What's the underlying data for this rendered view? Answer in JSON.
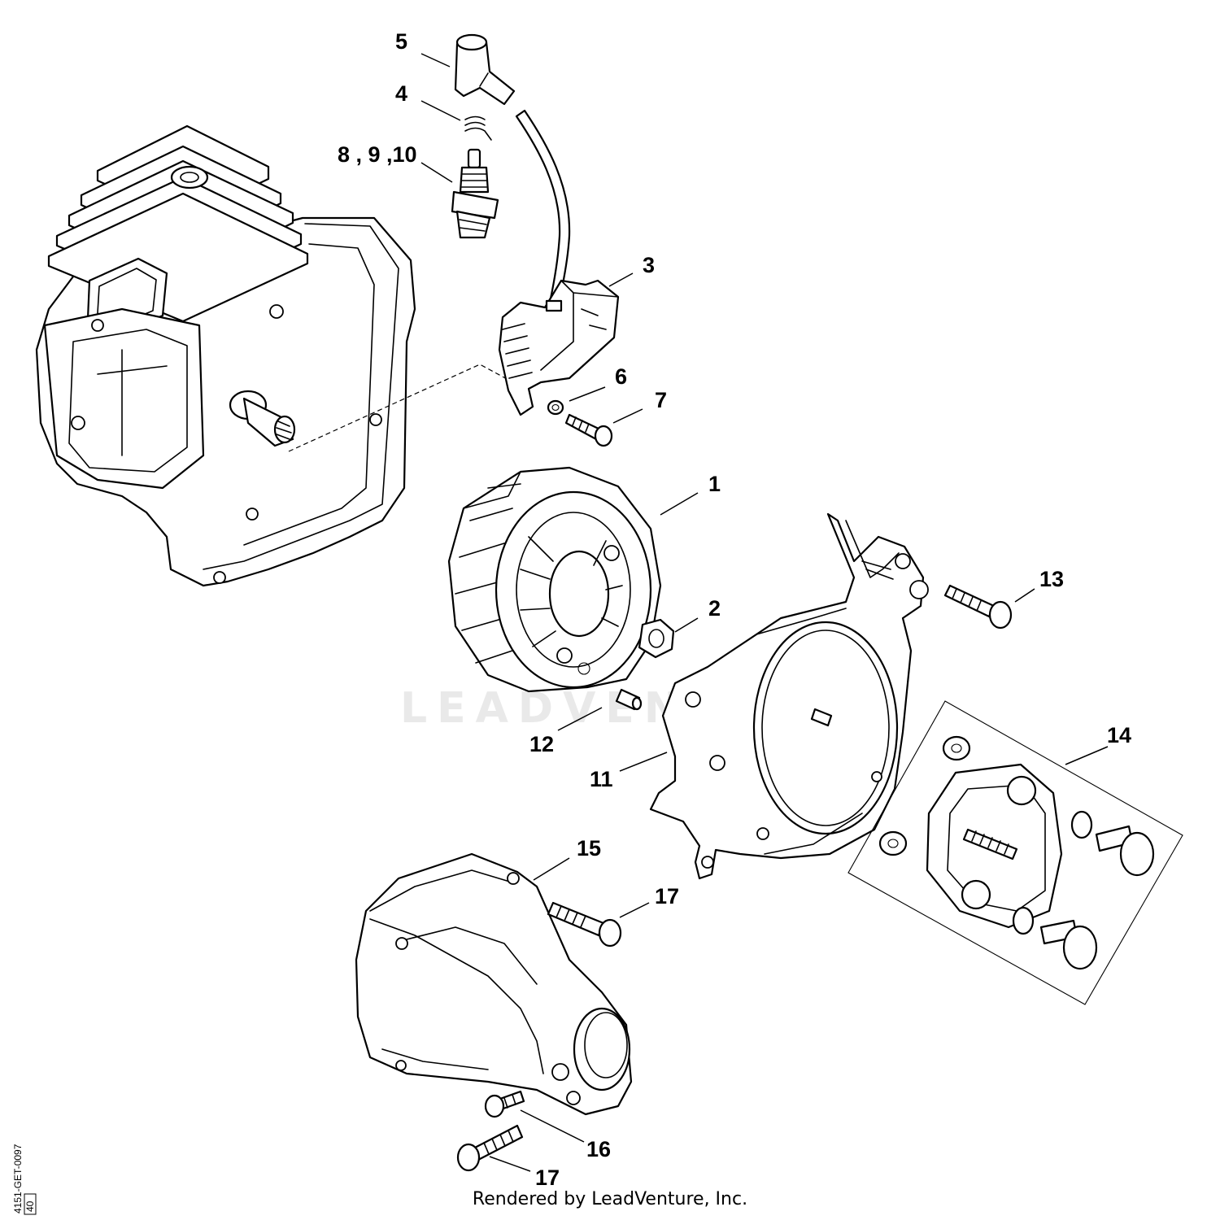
{
  "callouts": {
    "c1": "1",
    "c2": "2",
    "c3": "3",
    "c4": "4",
    "c5": "5",
    "c6": "6",
    "c7": "7",
    "c8910": "8 , 9 ,10",
    "c11": "11",
    "c12": "12",
    "c13": "13",
    "c14": "14",
    "c15": "15",
    "c16": "16",
    "c17a": "17",
    "c17b": "17"
  },
  "watermark": "LEADVENTURE",
  "footer": {
    "credit": "Rendered by LeadVenture, Inc."
  },
  "reference": {
    "code": "4151-GET-0097",
    "version": "40"
  }
}
